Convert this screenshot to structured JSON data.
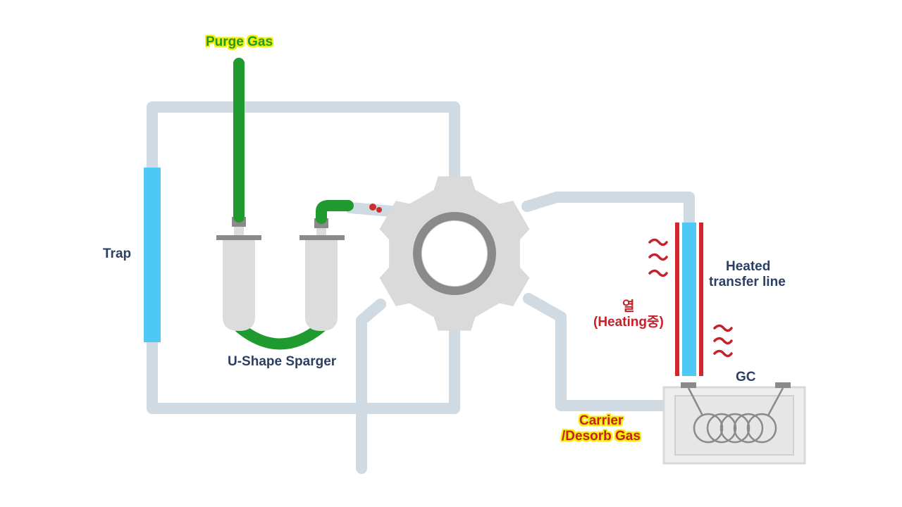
{
  "labels": {
    "purge_gas": "Purge Gas",
    "trap": "Trap",
    "sparger": "U-Shape Sparger",
    "heated_line_1": "Heated",
    "heated_line_2": "transfer line",
    "heat_1": "열",
    "heat_2": "(Heating중)",
    "gc": "GC",
    "carrier_1": "Carrier",
    "carrier_2": "/Desorb Gas"
  },
  "colors": {
    "pipe": "#cfdae3",
    "purge_line": "#1e9a2e",
    "trap": "#4ec8f4",
    "transfer_line_inner": "#4ec8f4",
    "transfer_line_outer": "#d4262e",
    "heat_wave": "#c8202a",
    "valve_body": "#dadada",
    "valve_ring": "#8a8a8a",
    "vessel": "#dcdcdc",
    "gc_box": "#eeeeee",
    "label_text": "#2b3f63",
    "highlight": "#f5f000"
  },
  "icons": {
    "valve": "six-port-valve-icon",
    "heat": "heat-wave-icon",
    "coil": "gc-column-coil-icon",
    "droplet": "sample-droplet-icon"
  }
}
